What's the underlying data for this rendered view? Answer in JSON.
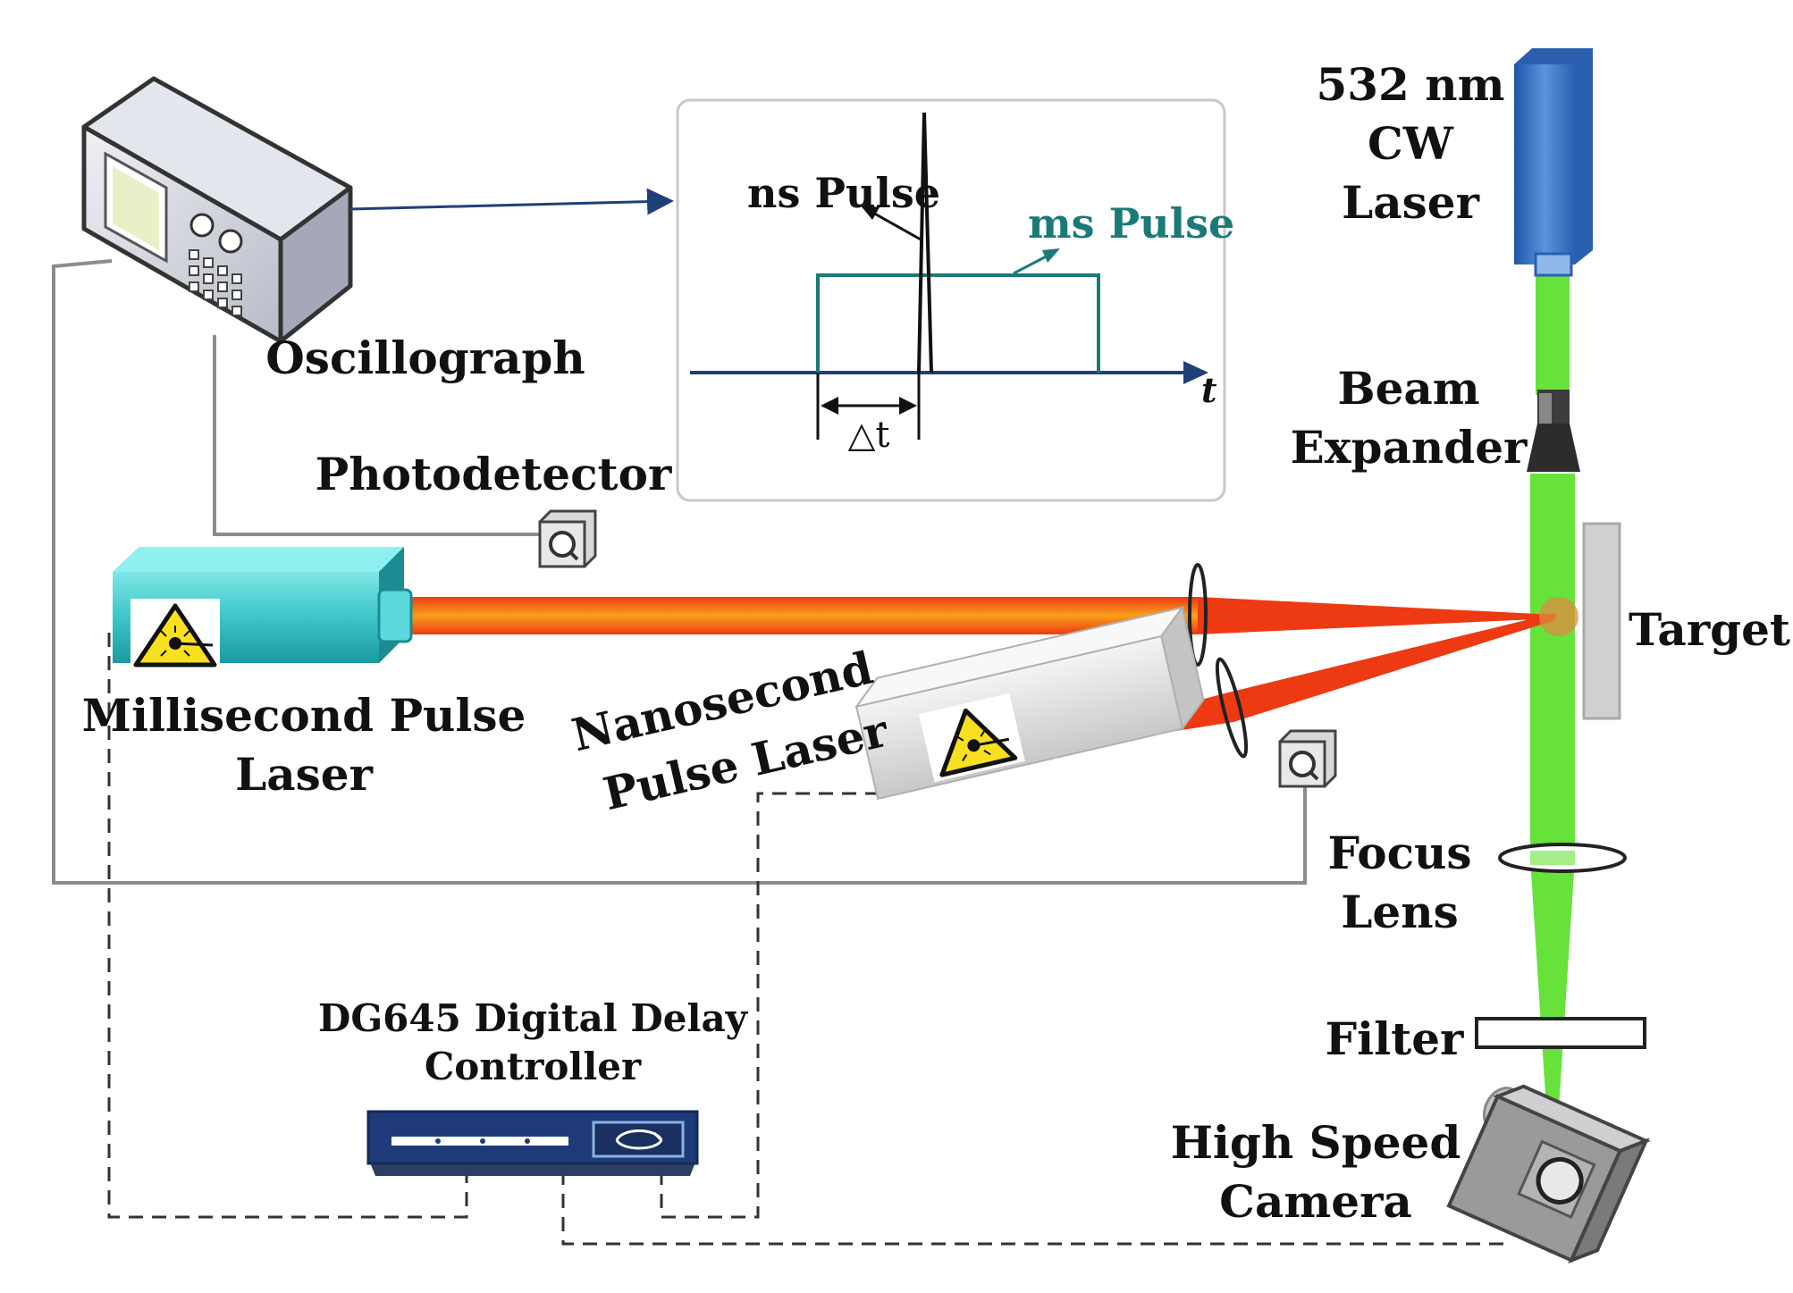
{
  "labels": {
    "cw_laser": [
      "532 nm",
      "CW",
      "Laser"
    ],
    "oscillograph": "Oscillograph",
    "photodetector": "Photodetector",
    "beam_expander": [
      "Beam",
      "Expander"
    ],
    "target": "Target",
    "ms_laser": [
      "Millisecond Pulse",
      "Laser"
    ],
    "ns_laser": [
      "Nanosecond",
      "Pulse Laser"
    ],
    "focus_lens": [
      "Focus",
      "Lens"
    ],
    "filter": "Filter",
    "camera": [
      "High Speed",
      "Camera"
    ],
    "delay_controller": [
      "DG645 Digital Delay",
      "Controller"
    ]
  },
  "inset": {
    "ns_pulse": "ns Pulse",
    "ms_pulse": "ms Pulse",
    "time_axis": "t",
    "delay": "△t"
  },
  "colors": {
    "green_beam": "#66e23a",
    "red_beam": "#ee3a12",
    "orange_core": "#f8a01c",
    "ms_pulse": "#1a7a78",
    "axis": "#1f3f78",
    "cw_laser_body": "#3a74c4",
    "ms_laser_body": "#3cc6c8",
    "controller_body": "#1e3a78",
    "wire": "#8c8c8c"
  },
  "icons": {
    "warning": "laser-warning-icon",
    "oscilloscope": "oscilloscope-icon",
    "photodetector": "photodetector-icon",
    "camera": "camera-icon"
  }
}
